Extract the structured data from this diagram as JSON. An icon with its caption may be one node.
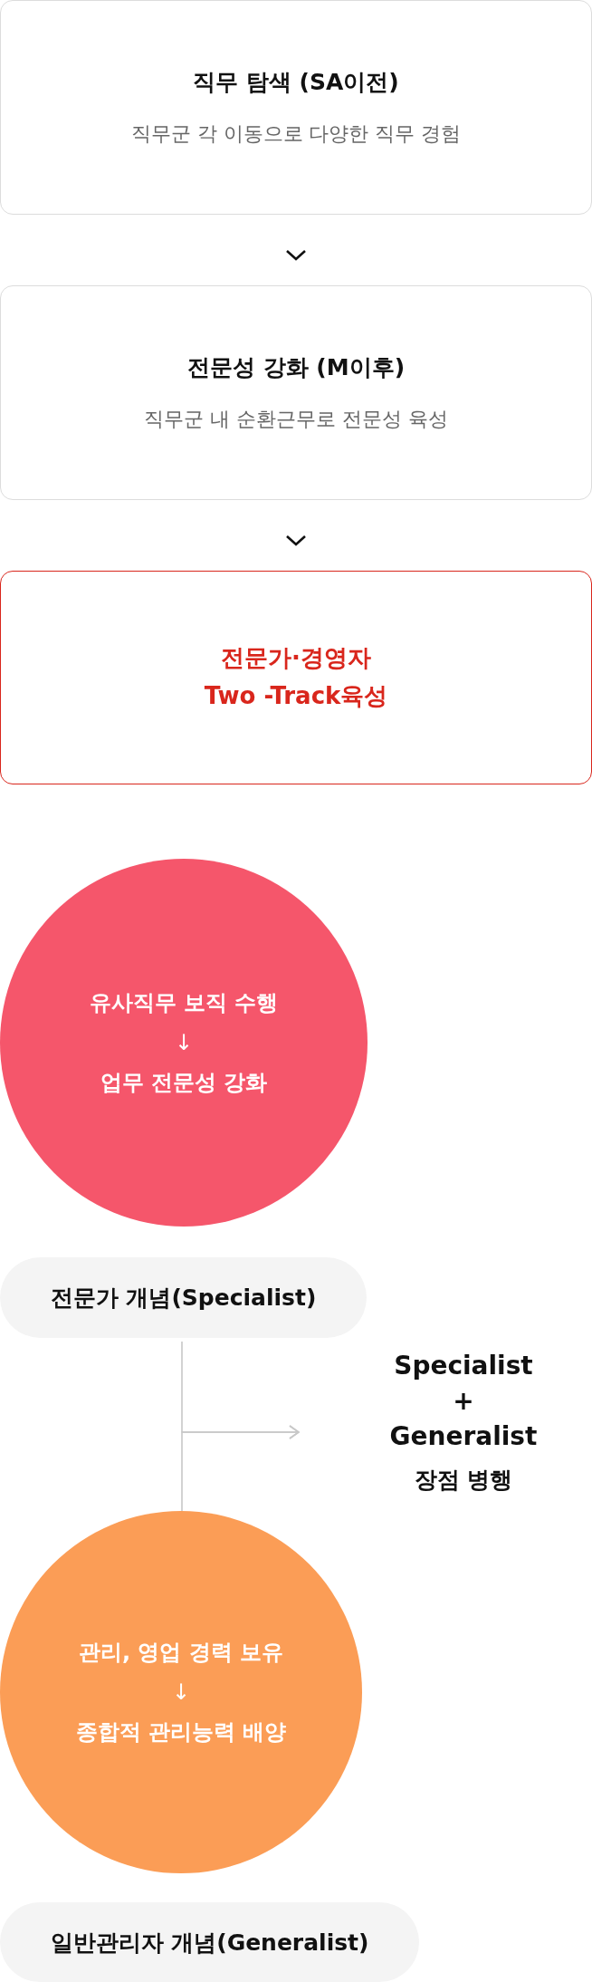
{
  "diagram": {
    "nodes": [
      {
        "text": [
          "직무 탐색 (SA이전)",
          "직무군 각 이동으로 다양한 직무 경험"
        ]
      },
      {
        "text": [
          "전문성 강화 (M이후)",
          "직무군 내 순환근무로 전문성 육성"
        ]
      },
      {
        "text": [
          "전문가·경영자 Two -Track육성"
        ]
      },
      {
        "text": [
          "유사직무 보직 수행",
          "↓",
          "업무 전문성 강화"
        ],
        "beside": [
          "전문가 개념(Specialist)"
        ]
      },
      {
        "text": [
          "Specialist + Generalist",
          "장점 병행"
        ]
      },
      {
        "text": [
          "관리, 영업 경력 보유",
          "↓",
          "종합적 관리능력 배양"
        ],
        "beside": [
          "일반관리자 개념(Generalist)"
        ]
      }
    ],
    "edges": [
      {
        "from": 0,
        "to": 1,
        "arrow": "to"
      },
      {
        "from": 1,
        "to": 2,
        "arrow": "to"
      },
      {
        "from": 3,
        "to": 4,
        "arrow": "to",
        "color": "#c8c8c8"
      },
      {
        "from": 5,
        "to": 4,
        "arrow": "to",
        "color": "#c8c8c8"
      }
    ]
  }
}
